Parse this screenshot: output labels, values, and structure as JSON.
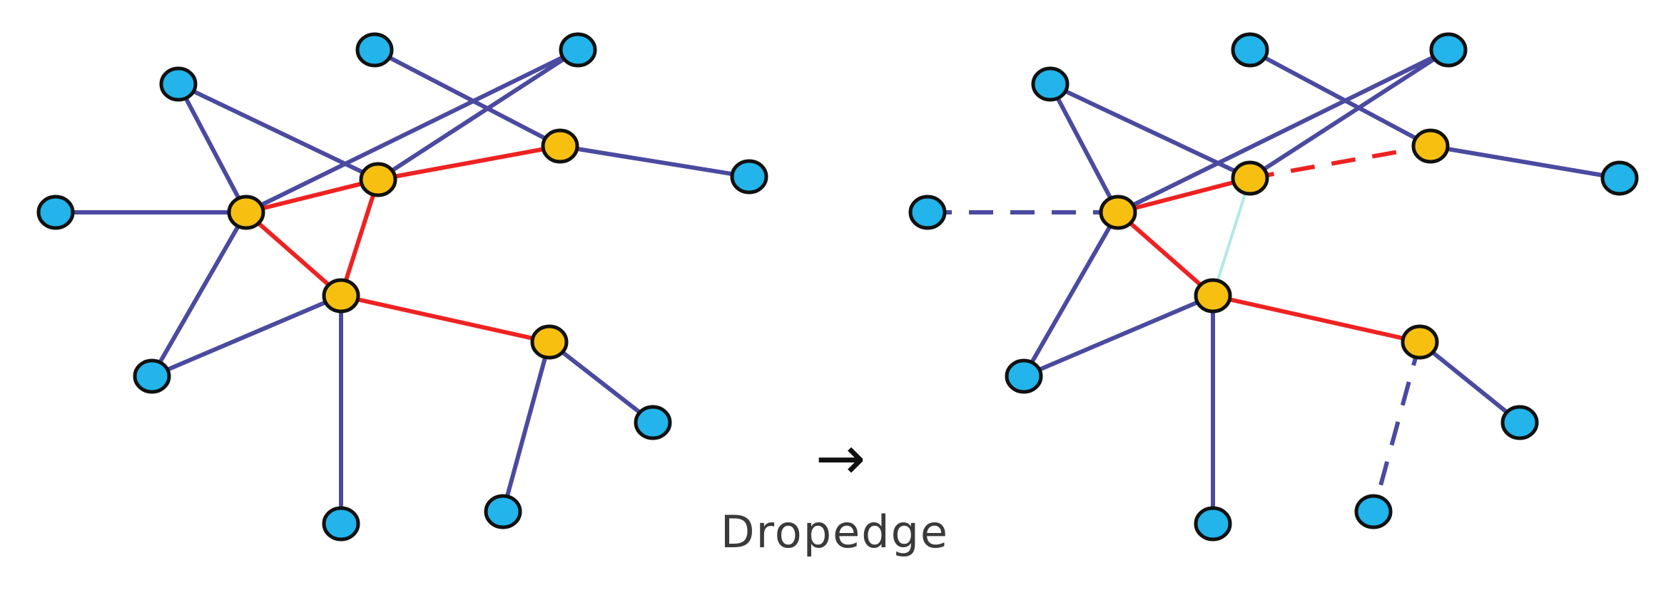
{
  "diagram": {
    "operation_arrow": "→",
    "operation_label": "Dropedge",
    "colors": {
      "leaf_node": "#22b4ea",
      "core_node": "#f7c011",
      "node_outline": "#111111",
      "normal_edge": "#4a4aa0",
      "core_edge": "#ee2222",
      "removed_faint_edge": "#b0e8e4"
    },
    "graphs": [
      {
        "id": "original",
        "nodes": [
          {
            "id": "A",
            "kind": "leaf"
          },
          {
            "id": "B",
            "kind": "leaf"
          },
          {
            "id": "C",
            "kind": "leaf"
          },
          {
            "id": "D",
            "kind": "leaf"
          },
          {
            "id": "E",
            "kind": "core"
          },
          {
            "id": "F",
            "kind": "core"
          },
          {
            "id": "G",
            "kind": "core"
          },
          {
            "id": "H",
            "kind": "leaf"
          },
          {
            "id": "I",
            "kind": "core"
          },
          {
            "id": "J",
            "kind": "leaf"
          },
          {
            "id": "K",
            "kind": "core"
          },
          {
            "id": "L",
            "kind": "leaf"
          },
          {
            "id": "M",
            "kind": "leaf"
          },
          {
            "id": "N",
            "kind": "leaf"
          }
        ],
        "edges": [
          {
            "from": "B",
            "to": "G",
            "kind": "normal",
            "style": "solid"
          },
          {
            "from": "A",
            "to": "F",
            "kind": "normal",
            "style": "solid"
          },
          {
            "from": "A",
            "to": "E",
            "kind": "normal",
            "style": "solid"
          },
          {
            "from": "C",
            "to": "F",
            "kind": "normal",
            "style": "solid"
          },
          {
            "from": "C",
            "to": "E",
            "kind": "normal",
            "style": "solid"
          },
          {
            "from": "D",
            "to": "E",
            "kind": "normal",
            "style": "solid"
          },
          {
            "from": "G",
            "to": "H",
            "kind": "normal",
            "style": "solid"
          },
          {
            "from": "E",
            "to": "J",
            "kind": "normal",
            "style": "solid"
          },
          {
            "from": "I",
            "to": "J",
            "kind": "normal",
            "style": "solid"
          },
          {
            "from": "I",
            "to": "N",
            "kind": "normal",
            "style": "solid"
          },
          {
            "from": "K",
            "to": "L",
            "kind": "normal",
            "style": "solid"
          },
          {
            "from": "K",
            "to": "M",
            "kind": "normal",
            "style": "solid"
          },
          {
            "from": "E",
            "to": "F",
            "kind": "core",
            "style": "solid"
          },
          {
            "from": "F",
            "to": "G",
            "kind": "core",
            "style": "solid"
          },
          {
            "from": "E",
            "to": "I",
            "kind": "core",
            "style": "solid"
          },
          {
            "from": "F",
            "to": "I",
            "kind": "core",
            "style": "solid"
          },
          {
            "from": "I",
            "to": "K",
            "kind": "core",
            "style": "solid"
          }
        ]
      },
      {
        "id": "dropedge",
        "nodes": [
          {
            "id": "A",
            "kind": "leaf"
          },
          {
            "id": "B",
            "kind": "leaf"
          },
          {
            "id": "C",
            "kind": "leaf"
          },
          {
            "id": "D",
            "kind": "leaf"
          },
          {
            "id": "E",
            "kind": "core"
          },
          {
            "id": "F",
            "kind": "core"
          },
          {
            "id": "G",
            "kind": "core"
          },
          {
            "id": "H",
            "kind": "leaf"
          },
          {
            "id": "I",
            "kind": "core"
          },
          {
            "id": "J",
            "kind": "leaf"
          },
          {
            "id": "K",
            "kind": "core"
          },
          {
            "id": "L",
            "kind": "leaf"
          },
          {
            "id": "M",
            "kind": "leaf"
          },
          {
            "id": "N",
            "kind": "leaf"
          }
        ],
        "edges": [
          {
            "from": "B",
            "to": "G",
            "kind": "normal",
            "style": "solid"
          },
          {
            "from": "A",
            "to": "F",
            "kind": "normal",
            "style": "solid"
          },
          {
            "from": "A",
            "to": "E",
            "kind": "normal",
            "style": "solid"
          },
          {
            "from": "C",
            "to": "F",
            "kind": "normal",
            "style": "solid"
          },
          {
            "from": "C",
            "to": "E",
            "kind": "normal",
            "style": "solid"
          },
          {
            "from": "D",
            "to": "E",
            "kind": "normal",
            "style": "dashed"
          },
          {
            "from": "G",
            "to": "H",
            "kind": "normal",
            "style": "solid"
          },
          {
            "from": "E",
            "to": "J",
            "kind": "normal",
            "style": "solid"
          },
          {
            "from": "I",
            "to": "J",
            "kind": "normal",
            "style": "solid"
          },
          {
            "from": "I",
            "to": "N",
            "kind": "normal",
            "style": "solid"
          },
          {
            "from": "K",
            "to": "L",
            "kind": "normal",
            "style": "solid"
          },
          {
            "from": "K",
            "to": "M",
            "kind": "normal",
            "style": "dashed"
          },
          {
            "from": "E",
            "to": "F",
            "kind": "core",
            "style": "solid"
          },
          {
            "from": "F",
            "to": "G",
            "kind": "core",
            "style": "dashed"
          },
          {
            "from": "E",
            "to": "I",
            "kind": "core",
            "style": "solid"
          },
          {
            "from": "F",
            "to": "I",
            "kind": "faint",
            "style": "solid"
          },
          {
            "from": "I",
            "to": "K",
            "kind": "core",
            "style": "solid"
          }
        ]
      }
    ]
  }
}
